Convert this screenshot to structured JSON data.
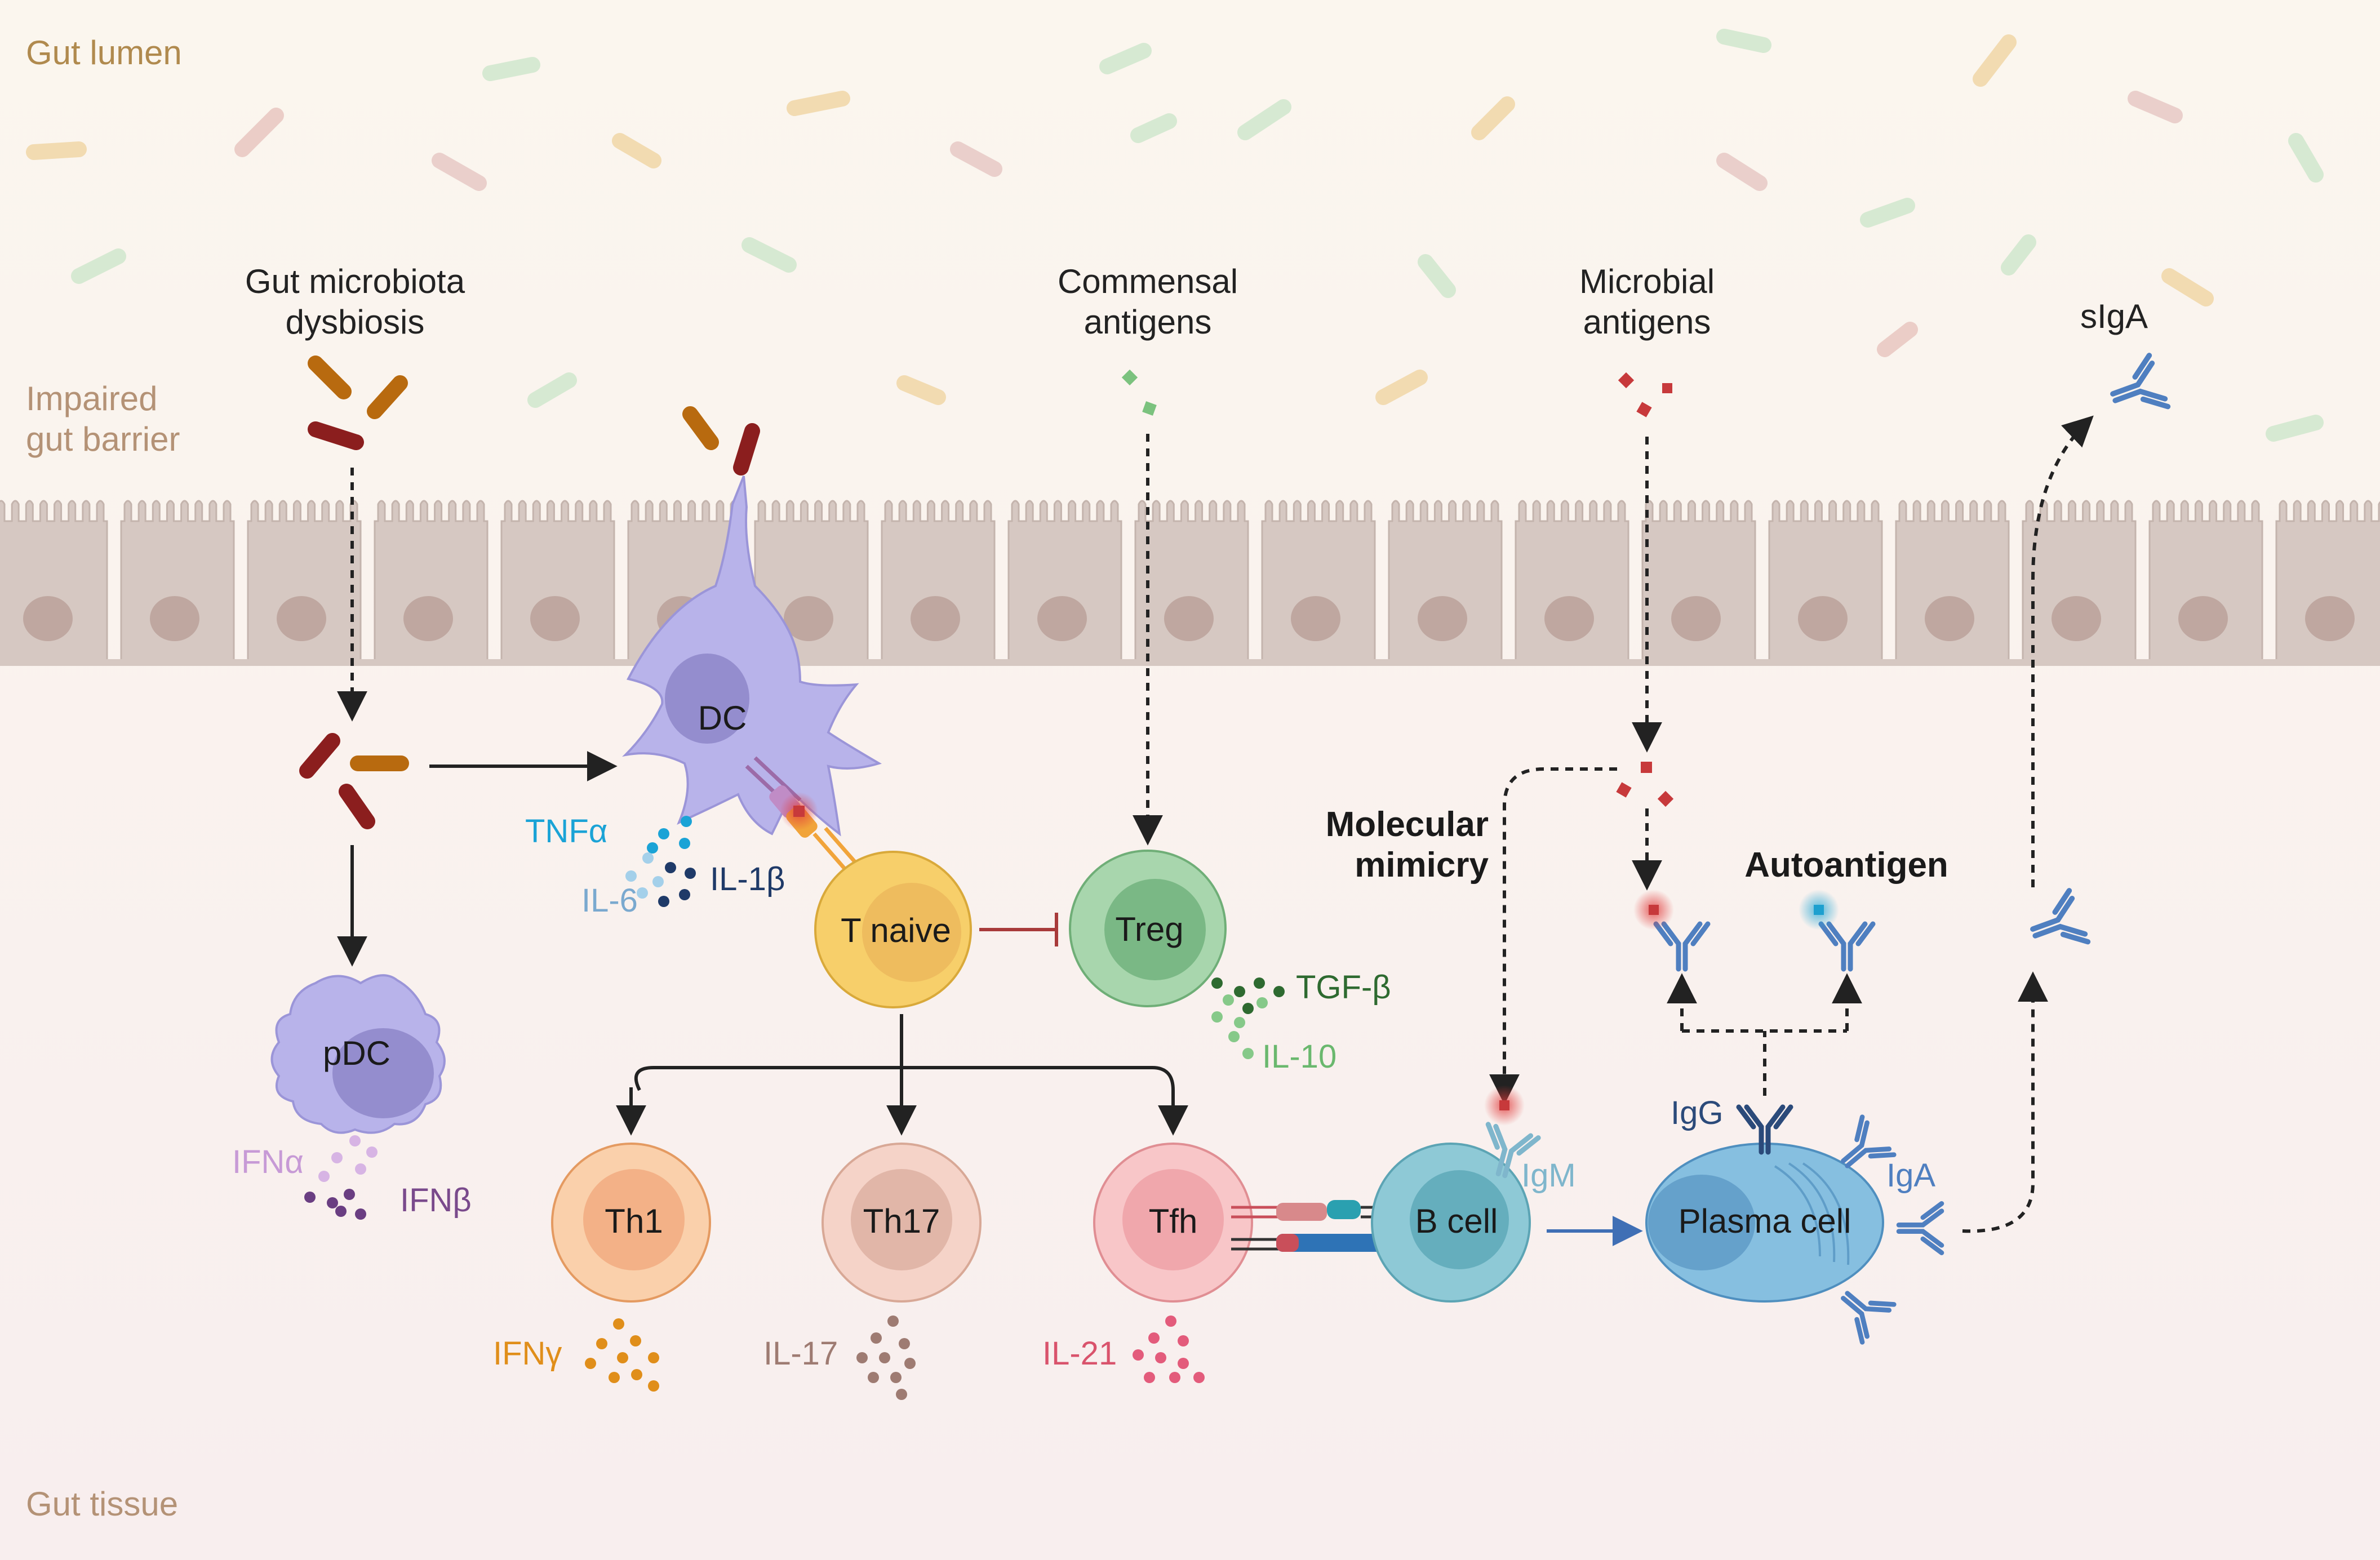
{
  "regions": {
    "lumen": "Gut lumen",
    "barrier": [
      "Impaired",
      "gut barrier"
    ],
    "tissue": "Gut tissue"
  },
  "headers": {
    "dysbiosis": [
      "Gut microbiota",
      "dysbiosis"
    ],
    "commensal": [
      "Commensal",
      "antigens"
    ],
    "microbial": [
      "Microbial",
      "antigens"
    ],
    "siga": "sIgA",
    "mimicry": [
      "Molecular",
      "mimicry"
    ],
    "autoantigen": "Autoantigen"
  },
  "cells": {
    "dc": "DC",
    "pdc": "pDC",
    "tnaive": "T naive",
    "treg": "Treg",
    "th1": "Th1",
    "th17": "Th17",
    "tfh": "Tfh",
    "bcell": "B cell",
    "plasma": "Plasma cell"
  },
  "cytokines": {
    "tnfa": "TNFα",
    "il6": "IL-6",
    "il1b": "IL-1β",
    "ifna": "IFNα",
    "ifnb": "IFNβ",
    "tgfb": "TGF-β",
    "il10": "IL-10",
    "ifng": "IFNγ",
    "il17": "IL-17",
    "il21": "IL-21"
  },
  "antibodies": {
    "igm": "IgM",
    "igg": "IgG",
    "iga": "IgA"
  },
  "colors": {
    "background_top": "#fbf6ee",
    "background_bottom": "#f8eeee",
    "epithelium": "#d6c8c2",
    "nucleus": "#bfa7a0",
    "dc": "#b4b0e6",
    "tnaive": "#f7cf6a",
    "treg": "#9fd0a6",
    "th1": "#f9c9a3",
    "th17": "#f3cfc3",
    "tfh": "#f7c2c4",
    "bcell": "#8ec9d6",
    "plasma": "#82bde0",
    "antibody": "#4f7fc0",
    "microbe_red": "#8b1e1e",
    "microbe_orange": "#b86a0f",
    "arrow": "#222222",
    "inhibit": "#a83a3a"
  }
}
